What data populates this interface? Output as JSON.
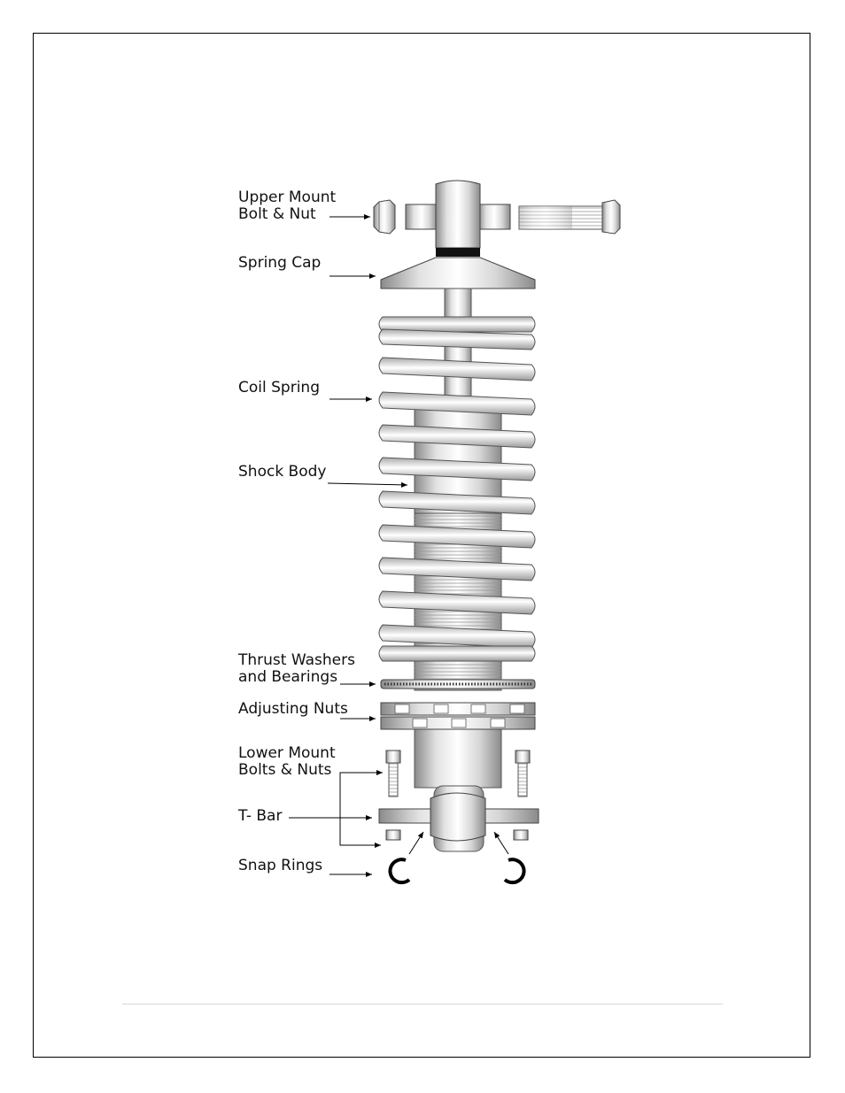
{
  "labels": {
    "upper_mount_1": "Upper Mount",
    "upper_mount_2": "Bolt & Nut",
    "spring_cap": "Spring Cap",
    "coil_spring": "Coil Spring",
    "shock_body": "Shock Body",
    "thrust_1": "Thrust Washers",
    "thrust_2": "and Bearings",
    "adjusting_nuts": "Adjusting Nuts",
    "lower_mount_1": "Lower Mount",
    "lower_mount_2": "Bolts & Nuts",
    "t_bar": "T- Bar",
    "snap_rings": "Snap Rings"
  }
}
